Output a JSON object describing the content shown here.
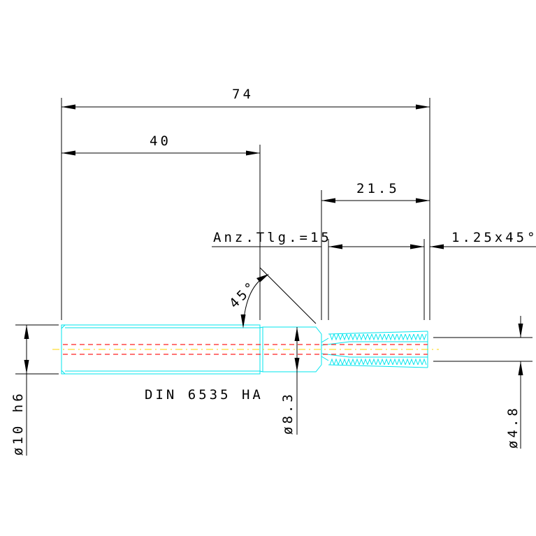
{
  "dimensions": {
    "overall_length": "74",
    "shank_length": "40",
    "thread_length": "21.5",
    "chamfer_length": "1.25x45°",
    "chamfer_angle": "45°",
    "tooth_count": "Anz.Tlg.=15",
    "shank_diameter": "ø10 h6",
    "neck_diameter": "ø8.3",
    "core_diameter": "ø4.8"
  },
  "standard_label": "DIN 6535 HA",
  "colors": {
    "dimension_lines": "#000000",
    "part_outline": "#00e5ee",
    "hidden_lines": "#ff2020",
    "center_line": "#ffd400"
  }
}
